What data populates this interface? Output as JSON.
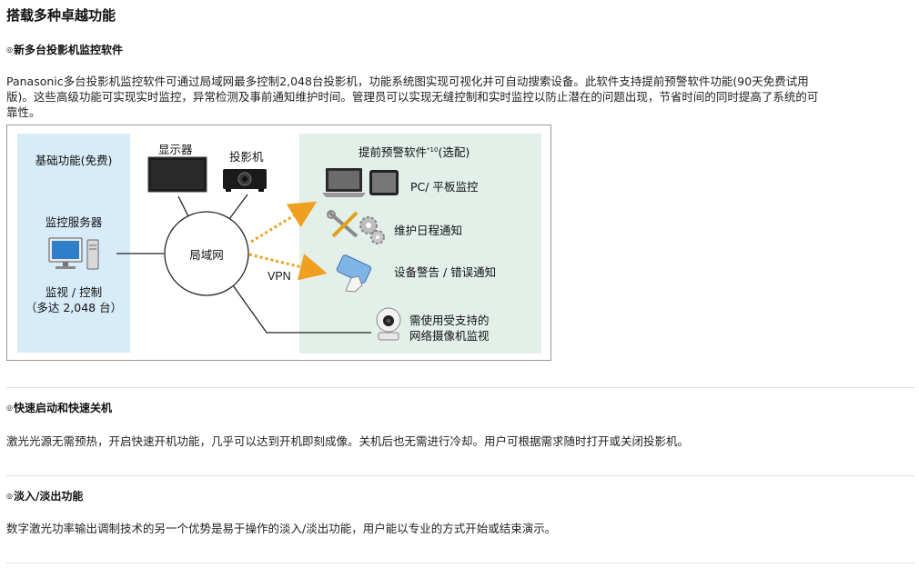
{
  "page_title": "搭载多种卓越功能",
  "sections": [
    {
      "bullet": "◎",
      "heading": "新多台投影机监控软件",
      "paragraph_lines": [
        "Panasonic多台投影机监控软件可通过局域网最多控制2,048台投影机，功能系统图实现可视化并可自动搜索设备。此软件支持提前预警软件功能(90天免费试用",
        "版)。这些高级功能可实现实时监控，异常检测及事前通知维护时间。管理员可以实现无缝控制和实时监控以防止潜在的问题出现，节省时间的同时提高了系统的可",
        "靠性。"
      ]
    },
    {
      "bullet": "◎",
      "heading": "快速启动和快速关机",
      "paragraph": "激光光源无需预热，开启快速开机功能，几乎可以达到开机即刻成像。关机后也无需进行冷却。用户可根据需求随时打开或关闭投影机。"
    },
    {
      "bullet": "◎",
      "heading": "淡入/淡出功能",
      "paragraph": "数字激光功率输出调制技术的另一个优势是易于操作的淡入/淡出功能，用户能以专业的方式开始或结束演示。"
    }
  ],
  "diagram": {
    "basic_title": "基础功能(免费)",
    "server_label": "监控服务器",
    "control_label": "监视 / 控制",
    "control_count": "（多达 2,048 台）",
    "display_label": "显示器",
    "projector_label": "投影机",
    "lan_label": "局域网",
    "vpn_label": "VPN",
    "early_title": "提前预警软件",
    "early_sup": "*10",
    "early_suffix": "(选配)",
    "pc_label": "PC/ 平板监控",
    "maint_label": "维护日程通知",
    "alert_label": "设备警告 / 错误通知",
    "camera_label_1": "需使用受支持的",
    "camera_label_2": "网络摄像机监视",
    "colors": {
      "left_panel": "#d7ebf8",
      "right_panel": "#e3f0ea",
      "arrow": "#f0a020"
    },
    "icons": [
      "monitor-icon",
      "projector-icon",
      "pc-icon",
      "tablet-icon",
      "tools-icon",
      "gears-icon",
      "touch-device-icon",
      "network-camera-icon",
      "server-computer-icon"
    ]
  }
}
